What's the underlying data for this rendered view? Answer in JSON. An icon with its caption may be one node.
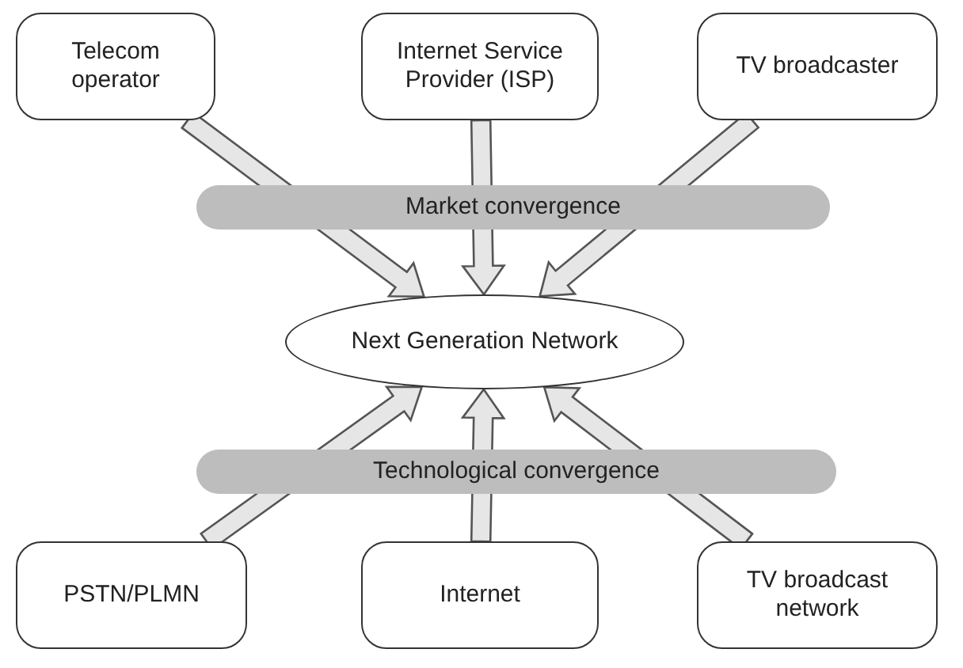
{
  "diagram": {
    "nodes": [
      {
        "text": [
          "Telecom operator"
        ]
      },
      {
        "text": [
          "Internet Service Provider (ISP)"
        ]
      },
      {
        "text": [
          "TV broadcaster"
        ]
      },
      {
        "text": [
          "Market convergence"
        ]
      },
      {
        "text": [
          "Next Generation Network"
        ]
      },
      {
        "text": [
          "Technological convergence"
        ]
      },
      {
        "text": [
          "PSTN/PLMN"
        ]
      },
      {
        "text": [
          "Internet"
        ]
      },
      {
        "text": [
          "TV broadcast network"
        ]
      }
    ],
    "edges": [
      {
        "from": 0,
        "to": 4,
        "arrow": "to"
      },
      {
        "from": 1,
        "to": 4,
        "arrow": "to"
      },
      {
        "from": 2,
        "to": 4,
        "arrow": "to"
      },
      {
        "from": 6,
        "to": 4,
        "arrow": "to"
      },
      {
        "from": 7,
        "to": 4,
        "arrow": "to"
      },
      {
        "from": 8,
        "to": 4,
        "arrow": "to"
      }
    ]
  }
}
